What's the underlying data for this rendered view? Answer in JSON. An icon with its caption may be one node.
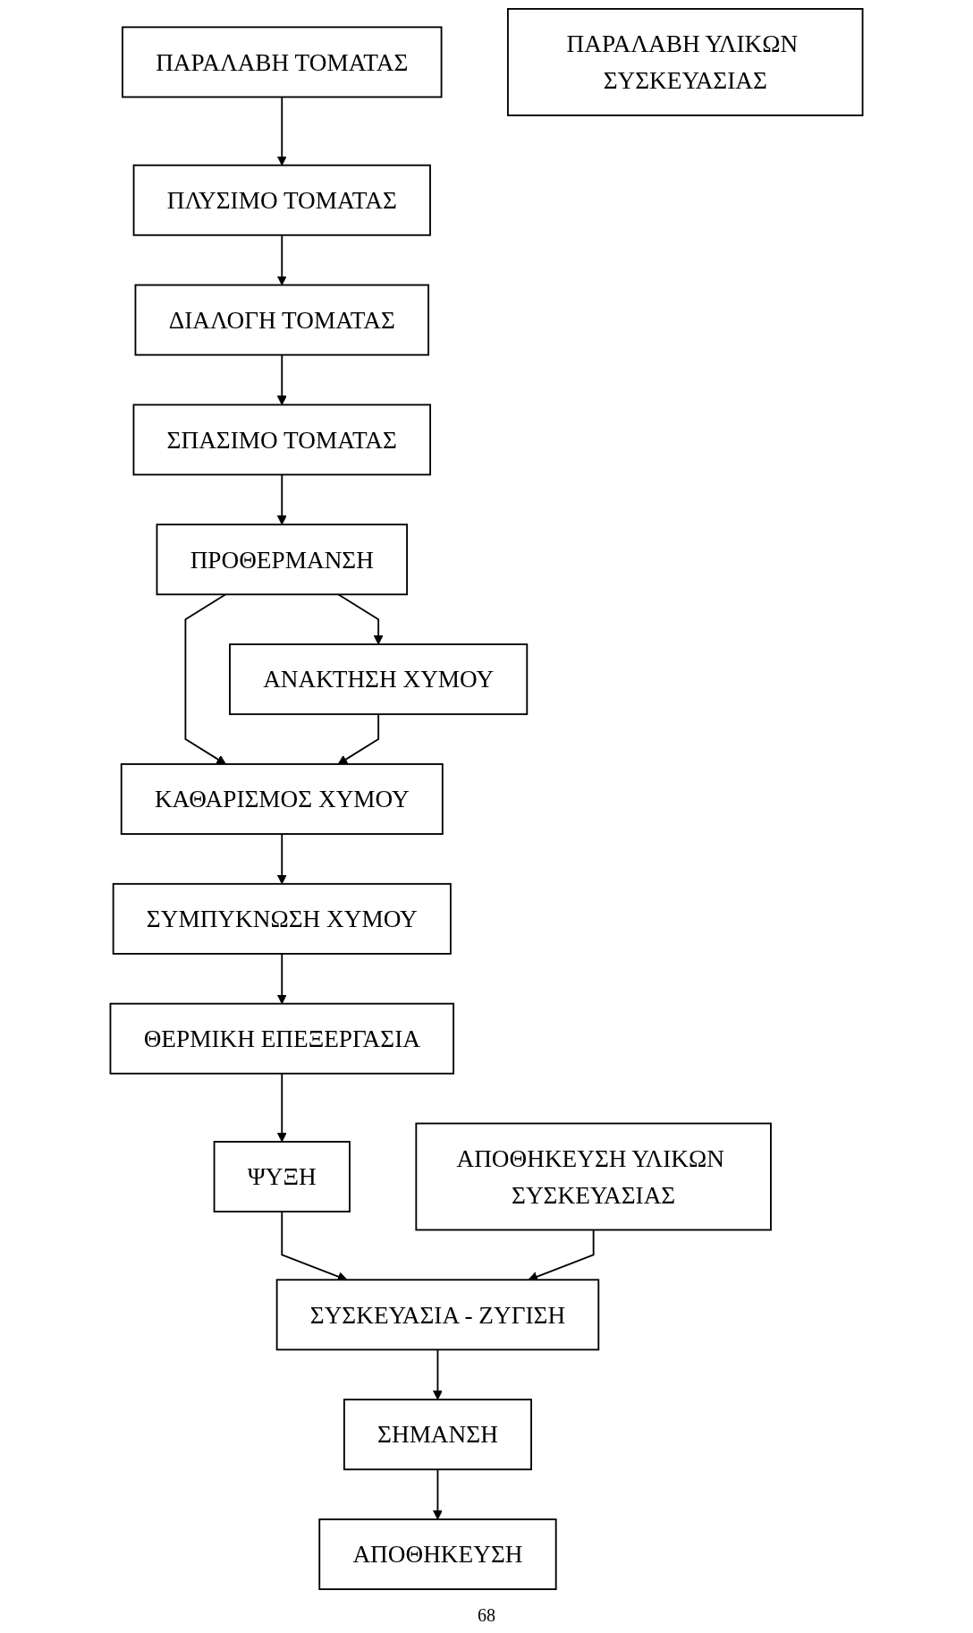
{
  "diagram": {
    "nodes": [
      {
        "text": [
          "ΠΑΡΑΛΑΒΗ ΤΟΜΑΤΑΣ"
        ]
      },
      {
        "text": [
          "ΠΑΡΑΛΑΒΗ ΥΛΙΚΩΝ ΣΥΣΚΕΥΑΣΙΑΣ"
        ]
      },
      {
        "text": [
          "ΠΛΥΣΙΜΟ ΤΟΜΑΤΑΣ"
        ]
      },
      {
        "text": [
          "ΑΠΟΘΗΚΕΥΣΗ ΥΛΙΚΩΝ ΣΥΣΚΕΥΑΣΙΑΣ"
        ]
      },
      {
        "text": [
          "ΔΙΑΛΟΓΗ ΤΟΜΑΤΑΣ"
        ]
      },
      {
        "text": [
          "ΣΠΑΣΙΜΟ ΤΟΜΑΤΑΣ"
        ]
      },
      {
        "text": [
          "ΠΡΟΘΕΡΜΑΝΣΗ"
        ]
      },
      {
        "text": [
          "ΚΑΘΑΡΙΣΜΟΣ ΧΥΜΟΥ"
        ]
      },
      {
        "text": [
          "ΑΝΑΚΤΗΣΗ ΧΥΜΟΥ"
        ]
      },
      {
        "text": [
          "ΣΥΜΠΥΚΝΩΣΗ ΧΥΜΟΥ"
        ]
      },
      {
        "text": [
          "ΘΕΡΜΙΚΗ ΕΠΕΞΕΡΓΑΣΙΑ"
        ]
      },
      {
        "text": [
          "ΨΥΞΗ"
        ]
      },
      {
        "text": [
          "ΣΥΣΚΕΥΑΣΙΑ - ΖΥΓΙΣΗ"
        ]
      },
      {
        "text": [
          "ΣΗΜΑΝΣΗ"
        ]
      },
      {
        "text": [
          "ΑΠΟΘΗΚΕΥΣΗ"
        ]
      }
    ],
    "edges": [
      {
        "from": 0,
        "to": 2,
        "arrow": "to"
      },
      {
        "from": 2,
        "to": 4,
        "arrow": "to"
      },
      {
        "from": 4,
        "to": 5,
        "arrow": "to"
      },
      {
        "from": 5,
        "to": 6,
        "arrow": "to"
      },
      {
        "from": 6,
        "to": 7,
        "arrow": "to"
      },
      {
        "from": 6,
        "to": 8,
        "arrow": "to"
      },
      {
        "from": 8,
        "to": 7,
        "arrow": "to"
      },
      {
        "from": 7,
        "to": 9,
        "arrow": "to"
      },
      {
        "from": 9,
        "to": 10,
        "arrow": "to"
      },
      {
        "from": 10,
        "to": 11,
        "arrow": "to"
      },
      {
        "from": 11,
        "to": 12,
        "arrow": "to"
      },
      {
        "from": 3,
        "to": 12,
        "arrow": "to"
      },
      {
        "from": 12,
        "to": 13,
        "arrow": "to"
      },
      {
        "from": 13,
        "to": 14,
        "arrow": "to"
      }
    ],
    "labels": [
      "68"
    ]
  }
}
